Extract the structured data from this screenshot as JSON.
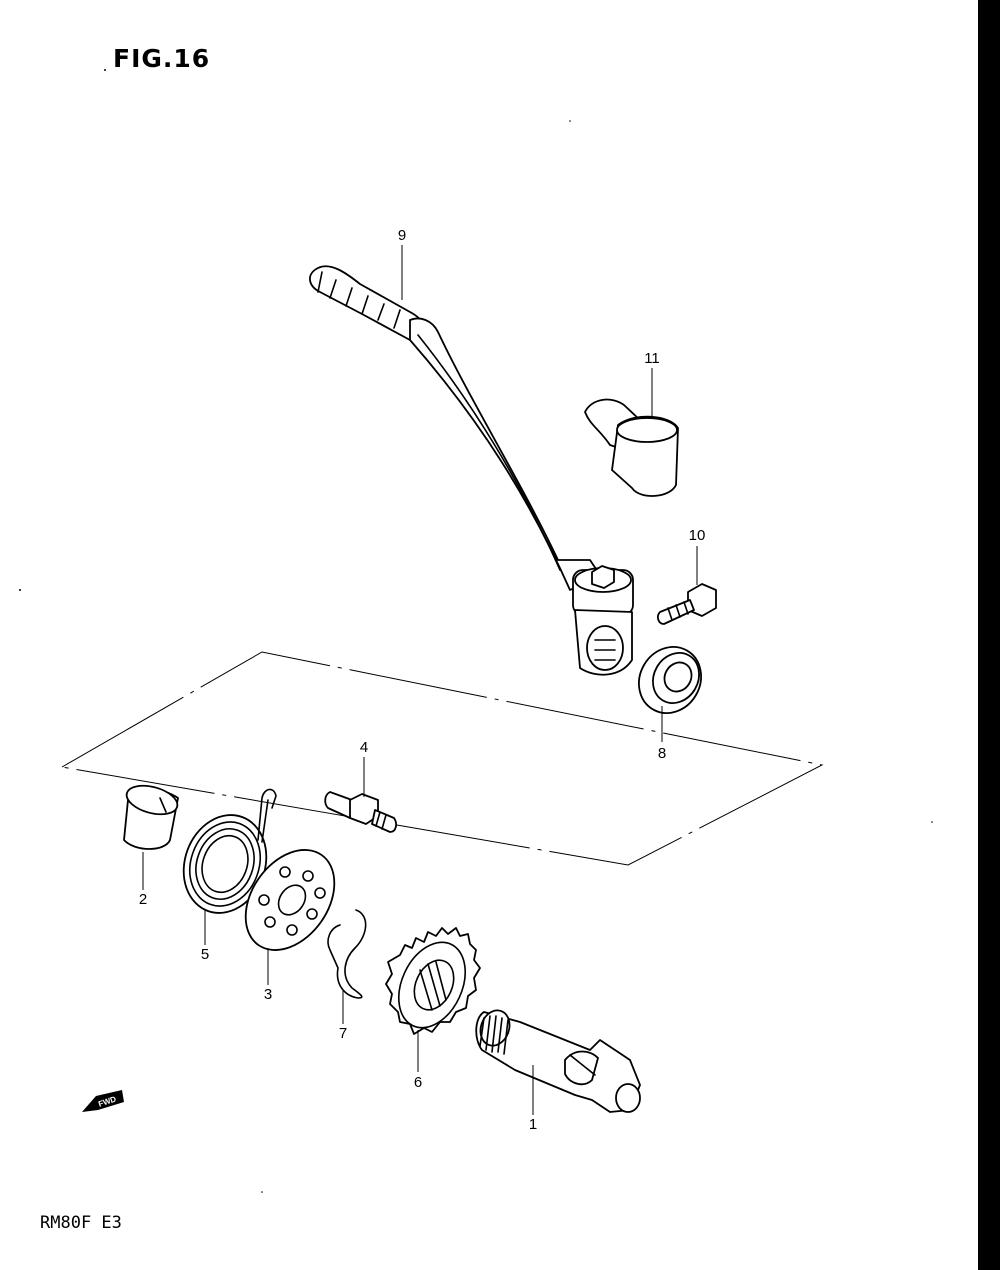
{
  "figure": {
    "title": "FIG.16",
    "model_code": "RM80F  E3"
  },
  "callouts": {
    "c1": "1",
    "c2": "2",
    "c3": "3",
    "c4": "4",
    "c5": "5",
    "c6": "6",
    "c7": "7",
    "c8": "8",
    "c9": "9",
    "c10": "10",
    "c11": "11"
  },
  "fwd_label": "FWD",
  "colors": {
    "ink": "#000000",
    "paper": "#ffffff"
  }
}
